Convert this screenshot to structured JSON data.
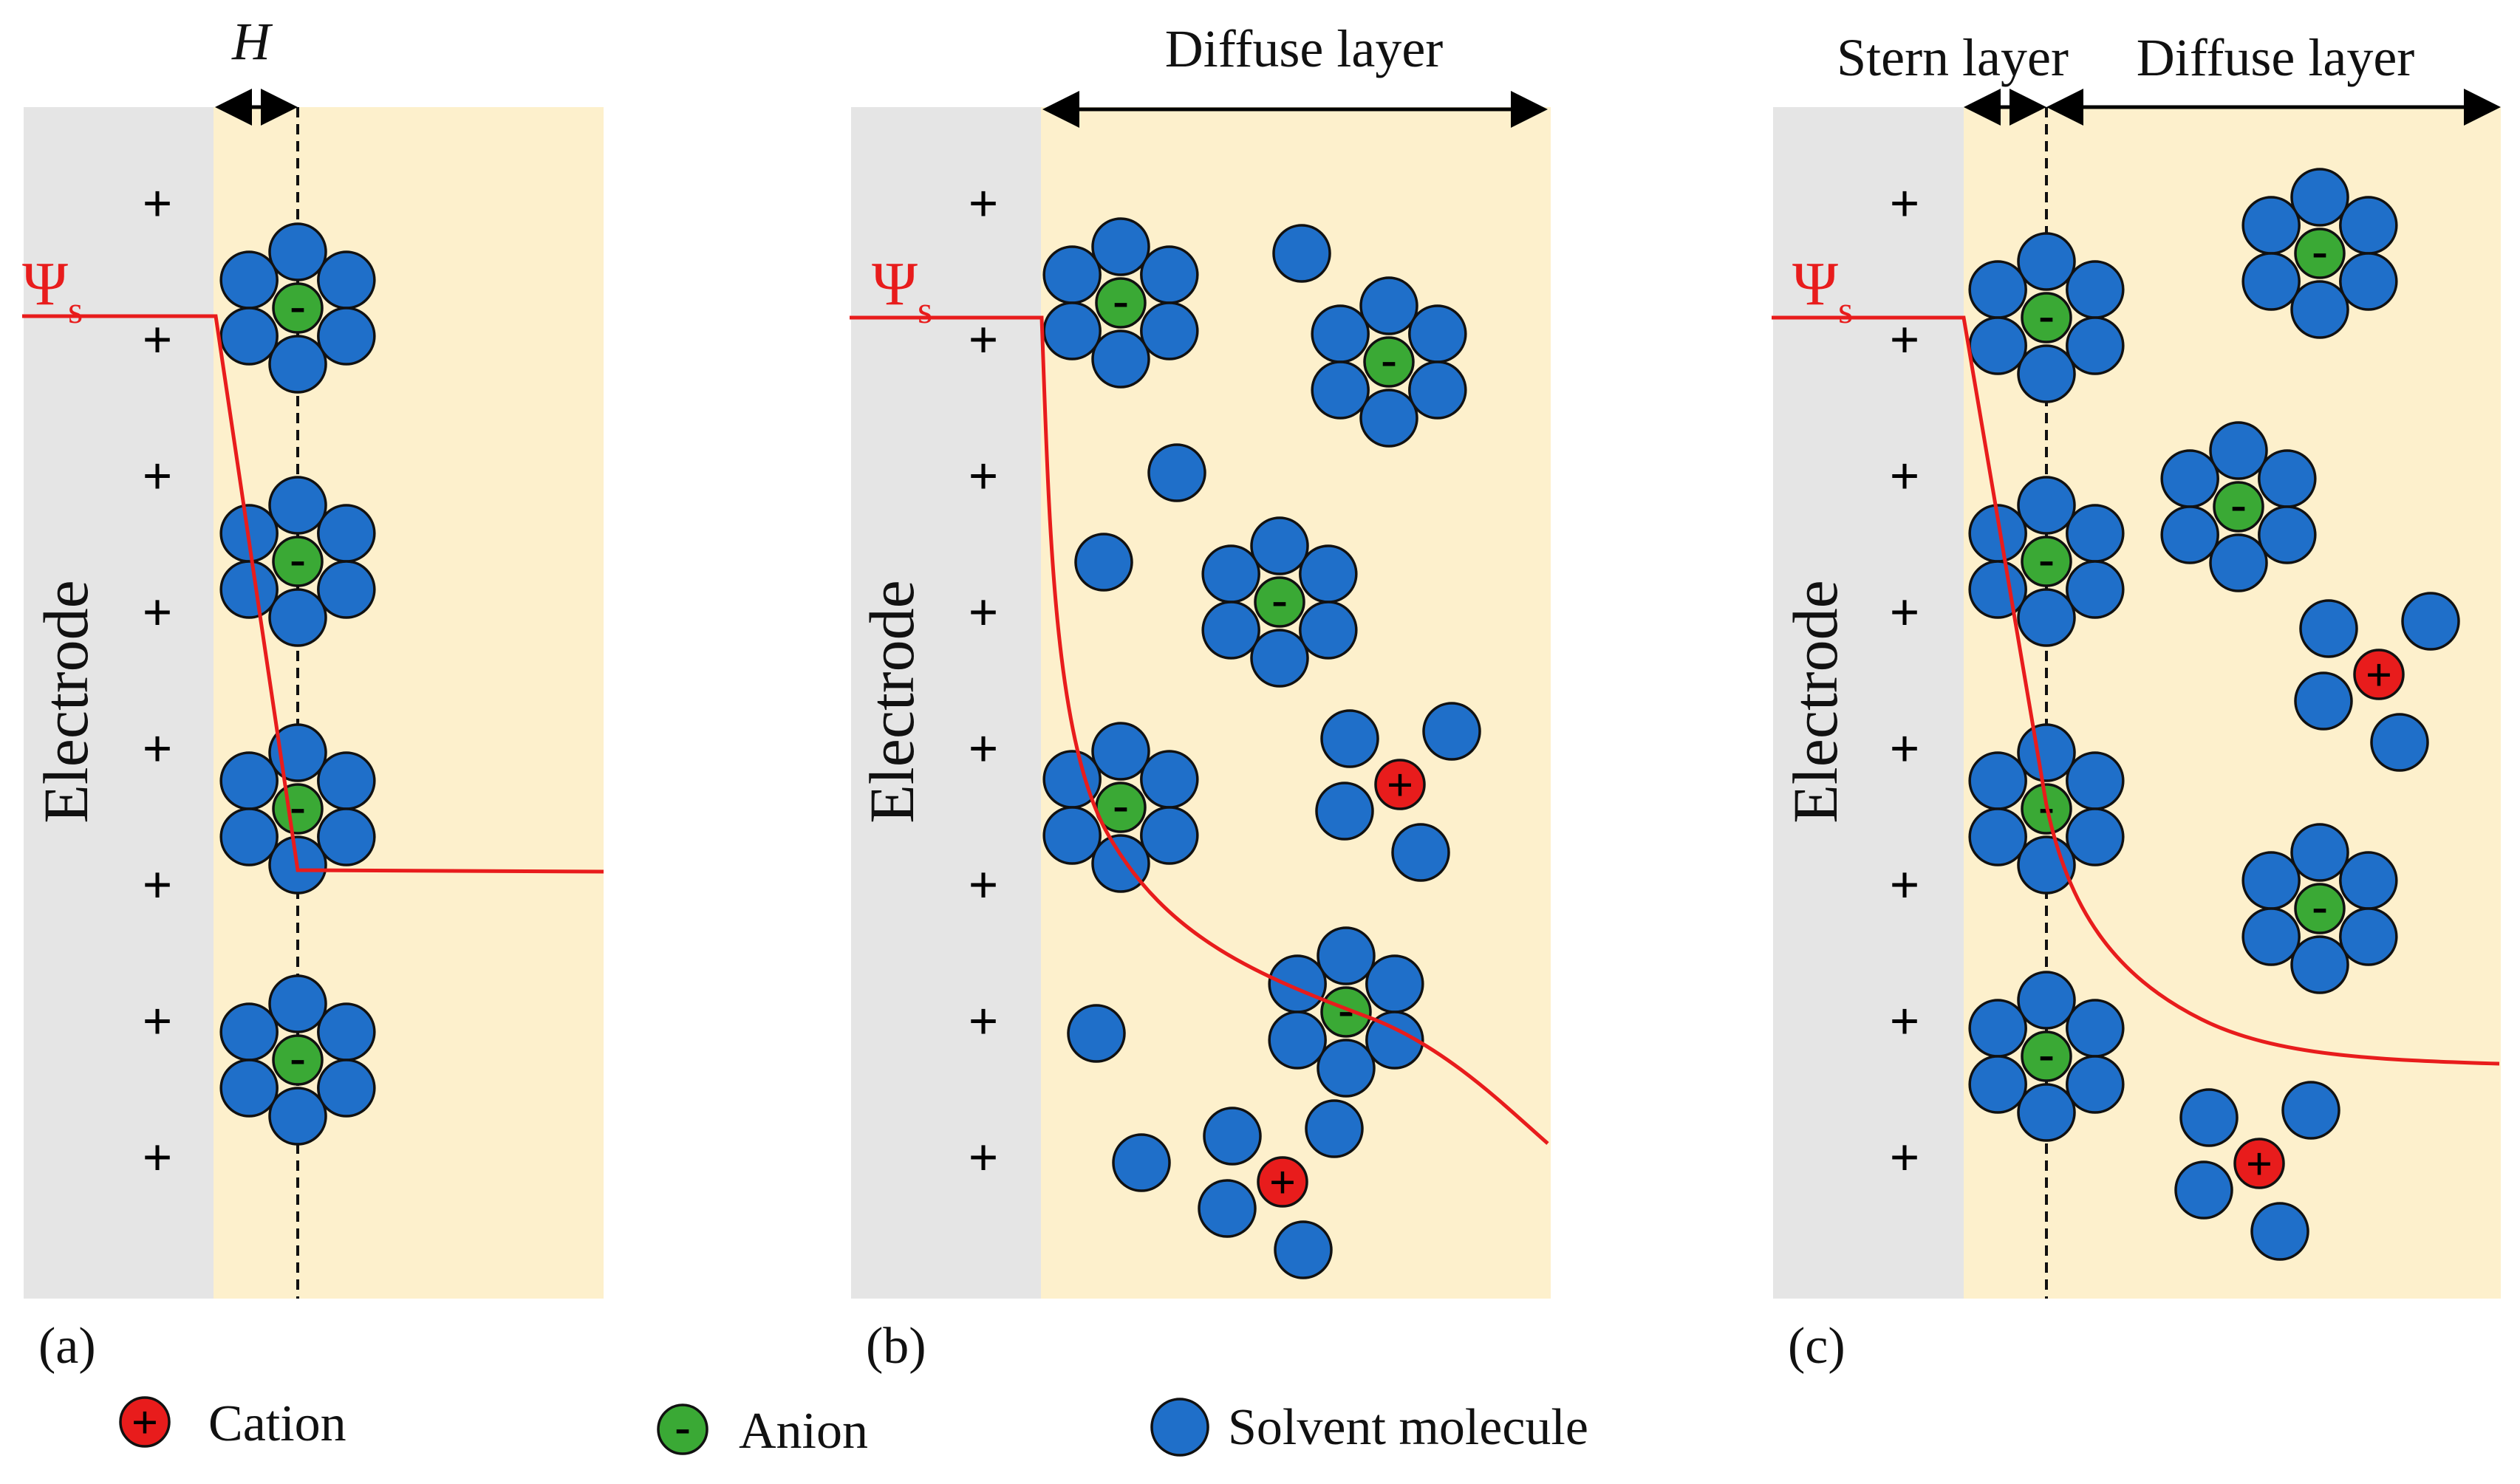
{
  "figure": {
    "panels": [
      {
        "id": "a",
        "label": "(a)",
        "electrode_label": "Electrode",
        "potential_label": {
          "main": "Ψ",
          "sub": "s"
        },
        "dimension_labels": [
          "H"
        ]
      },
      {
        "id": "b",
        "label": "(b)",
        "electrode_label": "Electrode",
        "potential_label": {
          "main": "Ψ",
          "sub": "s"
        },
        "dimension_labels": [
          "Diffuse layer"
        ]
      },
      {
        "id": "c",
        "label": "(c)",
        "electrode_label": "Electrode",
        "potential_label": {
          "main": "Ψ",
          "sub": "s"
        },
        "dimension_labels": [
          "Stern layer",
          "Diffuse layer"
        ]
      }
    ],
    "electrode_charge_symbol": "+",
    "anion_symbol": "-",
    "cation_symbol": "+",
    "legend": [
      {
        "key": "cation",
        "label": "Cation"
      },
      {
        "key": "anion",
        "label": "Anion"
      },
      {
        "key": "solvent",
        "label": "Solvent molecule"
      }
    ],
    "colors": {
      "electrode": "#e5e5e5",
      "electrolyte": "#fdf0cc",
      "solvent": "#1f6fc9",
      "anion": "#3aa935",
      "cation": "#e81c1c",
      "potential_curve": "#e81c1c",
      "outline": "#111111"
    }
  }
}
